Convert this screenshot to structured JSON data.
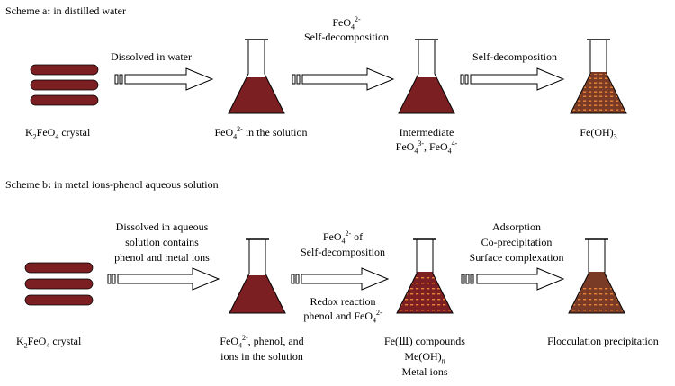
{
  "scheme_a": {
    "title_prefix": "Scheme a",
    "title_rest": " in distilled water",
    "arrow1_label": "Dissolved in water",
    "arrow2_label_line1_base": "FeO",
    "arrow2_label_line1_sub": "4",
    "arrow2_label_line1_sup": "2-",
    "arrow2_label_line2": "Self-decomposition",
    "arrow3_label": "Self-decomposition",
    "crystal_label_base": "K",
    "crystal_label_sub1": "2",
    "crystal_label_mid": "FeO",
    "crystal_label_sub2": "4",
    "crystal_label_end": " crystal",
    "flask1_label_base": "FeO",
    "flask1_label_sub": "4",
    "flask1_label_sup": "2-",
    "flask1_label_end": " in the solution",
    "flask2_label_line1": "Intermediate",
    "flask2_label_line2_a": "FeO",
    "flask2_label_line2_sub_a": "4",
    "flask2_label_line2_sup_a": "3-",
    "flask2_label_line2_sep": ", FeO",
    "flask2_label_line2_sub_b": "4",
    "flask2_label_line2_sup_b": "4-",
    "flask3_label_base": "Fe(OH)",
    "flask3_label_sub": "3"
  },
  "scheme_b": {
    "title_prefix": "Scheme b",
    "title_rest": " in metal ions-phenol aqueous solution",
    "arrow1_label_lines": [
      "Dissolved in aqueous",
      "solution contains",
      "phenol and metal ions"
    ],
    "arrow2_top_base": "FeO",
    "arrow2_top_sub": "4",
    "arrow2_top_sup": "2-",
    "arrow2_top_end": " of",
    "arrow2_top_line2": "Self-decomposition",
    "arrow2_bottom_line1": "Redox reaction",
    "arrow2_bottom_line2_a": "phenol and FeO",
    "arrow2_bottom_line2_sub": "4",
    "arrow2_bottom_line2_sup": "2-",
    "arrow3_label_lines": [
      "Adsorption",
      "Co-precipitation",
      "Surface complexation"
    ],
    "crystal_label_base": "K",
    "crystal_label_sub1": "2",
    "crystal_label_mid": "FeO",
    "crystal_label_sub2": "4",
    "crystal_label_end": " crystal",
    "flask1_label_line1_base": "FeO",
    "flask1_label_line1_sub": "4",
    "flask1_label_line1_sup": "2-",
    "flask1_label_line1_end": ", phenol, and",
    "flask1_label_line2": "ions in the solution",
    "flask2_label_line1": "Fe(Ⅲ) compounds",
    "flask2_label_line2_base": "Me(OH)",
    "flask2_label_line2_sub": "n",
    "flask2_label_line3": "Metal ions",
    "flask3_label": "Flocculation precipitation"
  },
  "colors": {
    "crystal": "#7b1f22",
    "solution": "#7b1f22",
    "precipitate": "#7a3b26",
    "dots": "#e8843a",
    "outline": "#000000"
  }
}
